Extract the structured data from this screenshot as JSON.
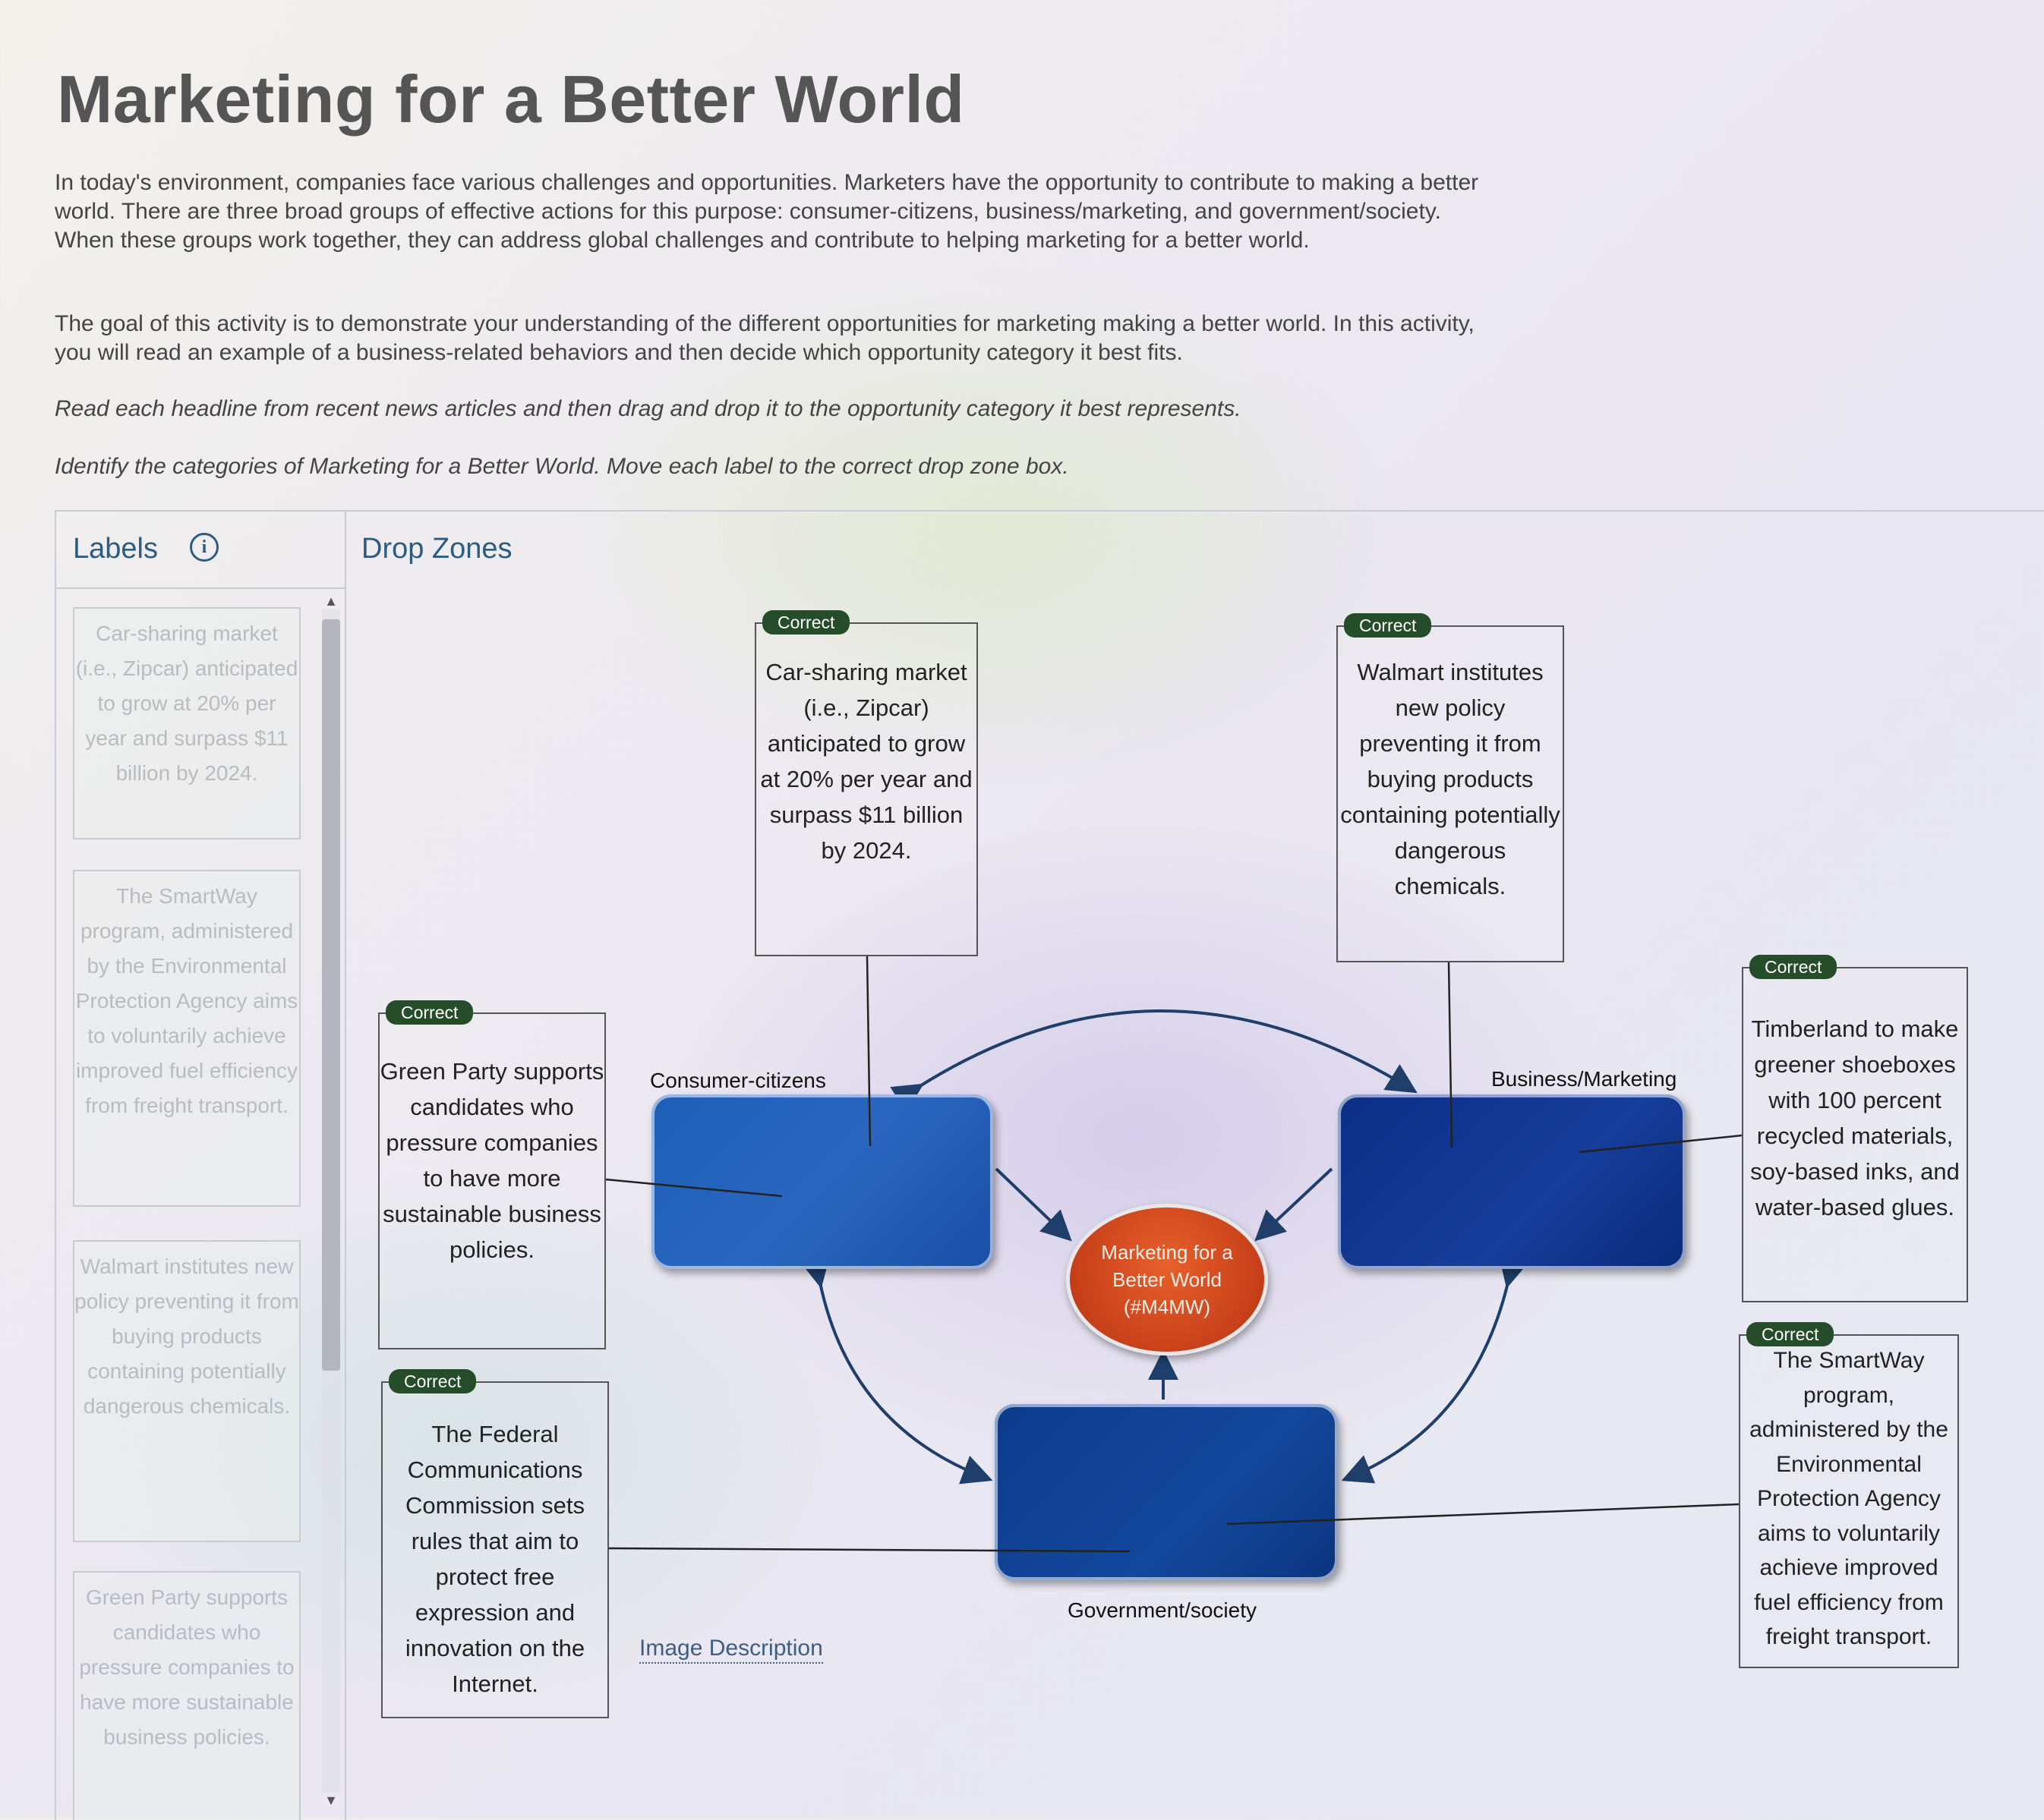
{
  "page": {
    "title": "Marketing for a Better World",
    "paragraphs": [
      "In today's environment, companies face various challenges and opportunities. Marketers have the opportunity to contribute to making a better world. There are three broad groups of effective actions for this purpose: consumer-citizens, business/marketing, and government/society. When these groups work together, they can address global challenges and contribute to helping marketing for a better world.",
      "The goal of this activity is to demonstrate your understanding of the different opportunities for marketing making a better world. In this activity, you will read an example of a business-related behaviors and then decide which opportunity category it best fits.",
      "Read each headline from recent news articles and then drag and drop it to the opportunity category it best represents.",
      "Identify the categories of Marketing for a Better World. Move each label to the correct drop zone box."
    ]
  },
  "labels_panel": {
    "header": "Labels",
    "info_icon": "i",
    "items": [
      "Car-sharing market (i.e., Zipcar) anticipated to grow at 20% per year and surpass $11 billion by 2024.",
      "The SmartWay program, administered by the Environmental Protection Agency aims to voluntarily achieve improved fuel efficiency from freight transport.",
      "Walmart institutes new policy preventing it from buying products containing potentially dangerous chemicals.",
      "Green Party supports candidates who pressure companies to have more sustainable business policies."
    ]
  },
  "drop_zones": {
    "header": "Drop Zones",
    "hub_label": "Marketing for a Better World (#M4MW)",
    "categories": {
      "consumer": "Consumer-citizens",
      "business": "Business/Marketing",
      "government": "Government/society"
    },
    "placed": {
      "carshare": {
        "status": "Correct",
        "text": "Car-sharing market (i.e., Zipcar) anticipated to grow at 20% per year and surpass $11 billion by 2024."
      },
      "walmart": {
        "status": "Correct",
        "text": "Walmart institutes new policy preventing it from buying products containing potentially dangerous chemicals."
      },
      "timberland": {
        "status": "Correct",
        "text": "Timberland to make greener shoeboxes with 100 percent recycled materials, soy-based inks, and water-based glues."
      },
      "smartway": {
        "status": "Correct",
        "text": "The SmartWay program, administered by the Environmental Protection Agency aims to voluntarily achieve improved fuel efficiency from freight transport."
      },
      "green": {
        "status": "Correct",
        "text": "Green Party supports candidates who pressure companies to have more sustainable business policies."
      },
      "fcc": {
        "status": "Correct",
        "text": "The Federal Communications Commission sets rules that aim to protect free expression and innovation on the Internet."
      }
    },
    "image_description_link": "Image Description"
  },
  "colors": {
    "accent": "#2d5c7f",
    "badge": "#264d29",
    "hub": "#c7401a",
    "box": "#14449a"
  }
}
